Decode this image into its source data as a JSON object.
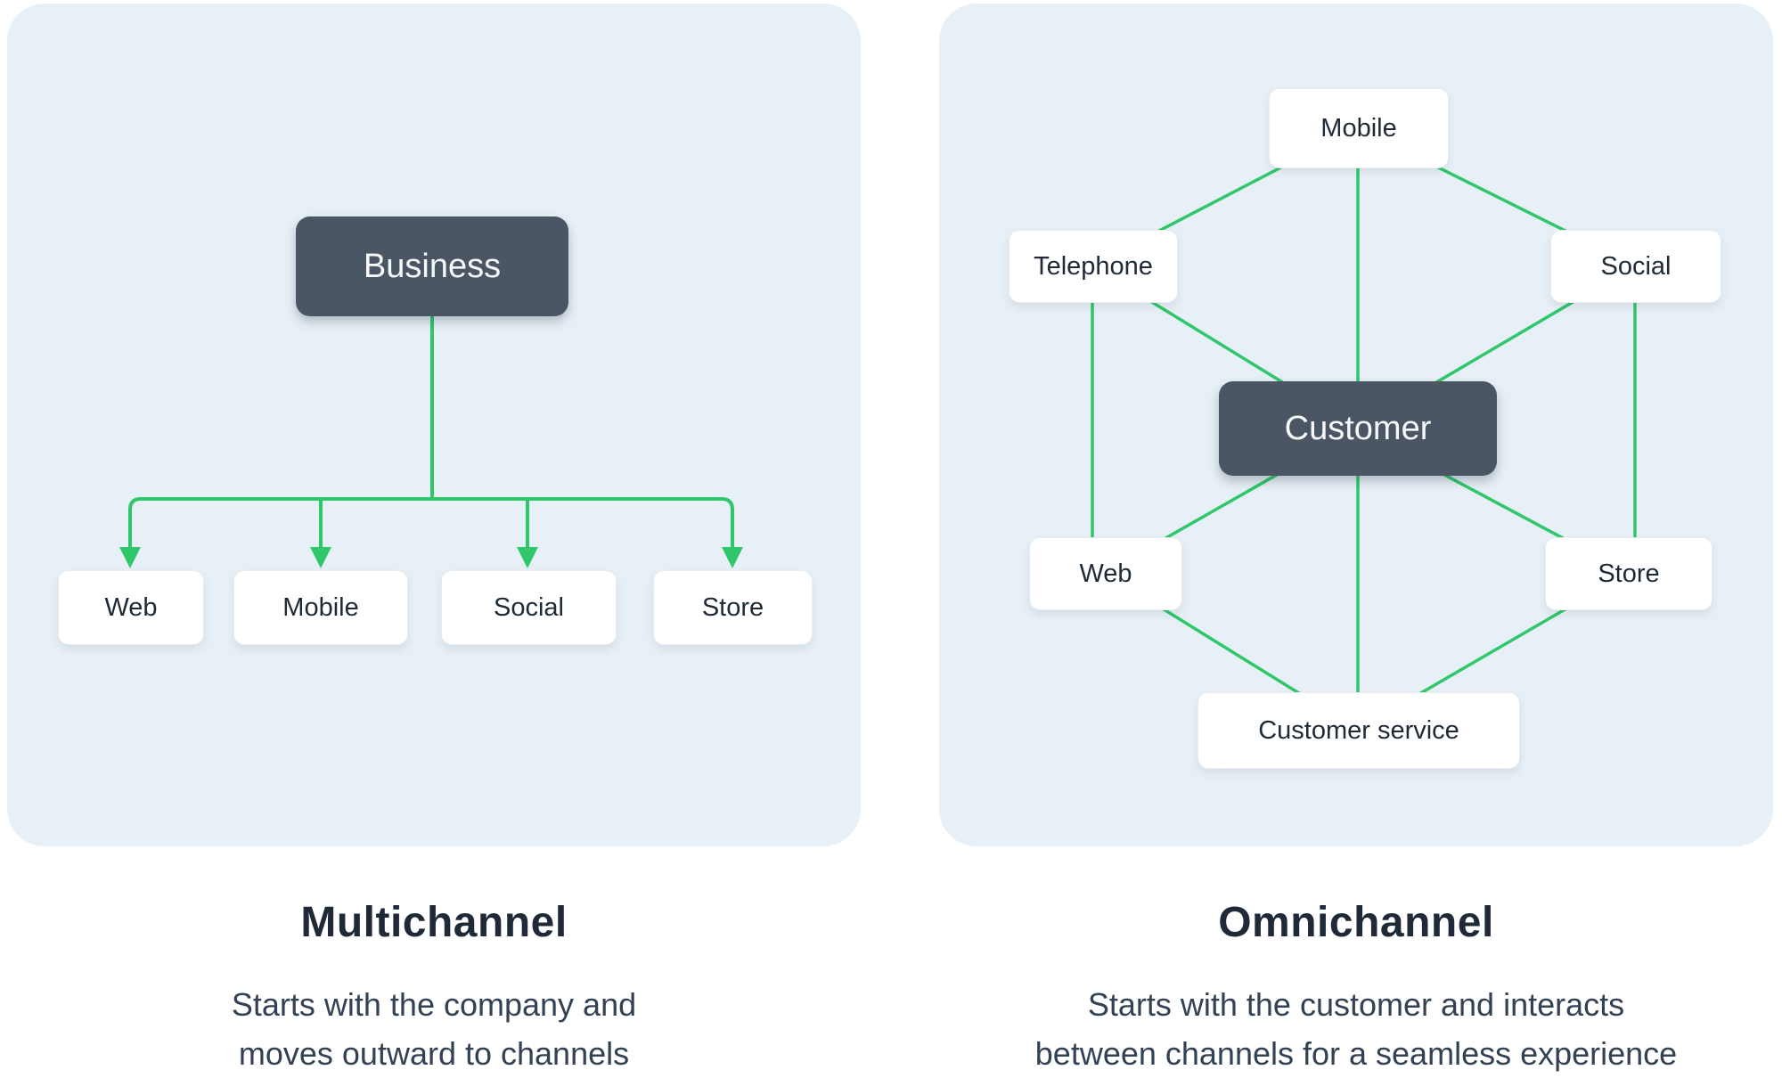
{
  "page": {
    "type": "comparison-infographic",
    "topic": "Multichannel vs Omnichannel"
  },
  "colors": {
    "panel_background": "#e8f0f7",
    "connector_green": "#30c76c",
    "dark_node_background": "#4a5664",
    "dark_node_text": "#ffffff",
    "light_node_background": "#ffffff",
    "node_label_text": "#1f2a37",
    "title_text": "#1f2937",
    "description_text": "#334155"
  },
  "multichannel": {
    "title": "Multichannel",
    "description_lines": [
      "Starts with the company and",
      "moves outward to channels"
    ],
    "nodes": {
      "root": "Business",
      "children": [
        "Web",
        "Mobile",
        "Social",
        "Store"
      ]
    },
    "edges": [
      [
        "Business",
        "Web"
      ],
      [
        "Business",
        "Mobile"
      ],
      [
        "Business",
        "Social"
      ],
      [
        "Business",
        "Store"
      ]
    ]
  },
  "omnichannel": {
    "title": "Omnichannel",
    "description_lines": [
      "Starts with the customer and interacts",
      "between channels for a seamless experience"
    ],
    "nodes": {
      "center": "Customer",
      "channels": [
        "Mobile",
        "Telephone",
        "Social",
        "Web",
        "Store",
        "Customer service"
      ]
    },
    "edges": [
      [
        "Customer",
        "Mobile"
      ],
      [
        "Customer",
        "Telephone"
      ],
      [
        "Customer",
        "Social"
      ],
      [
        "Customer",
        "Web"
      ],
      [
        "Customer",
        "Store"
      ],
      [
        "Customer",
        "Customer service"
      ],
      [
        "Mobile",
        "Telephone"
      ],
      [
        "Mobile",
        "Social"
      ],
      [
        "Telephone",
        "Web"
      ],
      [
        "Social",
        "Store"
      ],
      [
        "Web",
        "Customer service"
      ],
      [
        "Store",
        "Customer service"
      ]
    ]
  }
}
